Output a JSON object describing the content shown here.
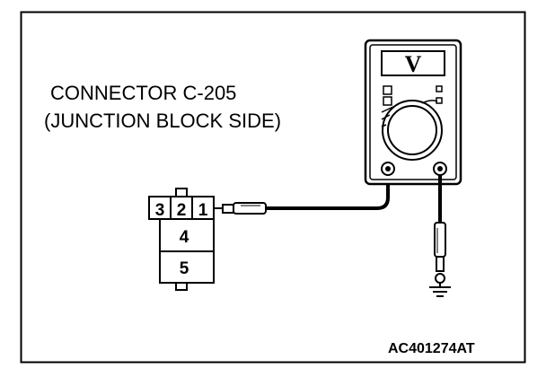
{
  "connector": {
    "title_line1": "CONNECTOR C-205",
    "title_line2": "(JUNCTION BLOCK SIDE)",
    "pins_top": [
      "3",
      "2",
      "1"
    ],
    "pin_4": "4",
    "pin_5": "5"
  },
  "voltmeter": {
    "display_symbol": "V",
    "icon": "voltmeter-icon"
  },
  "ground": {
    "icon": "ground-icon"
  },
  "figure_code": "AC401274AT"
}
